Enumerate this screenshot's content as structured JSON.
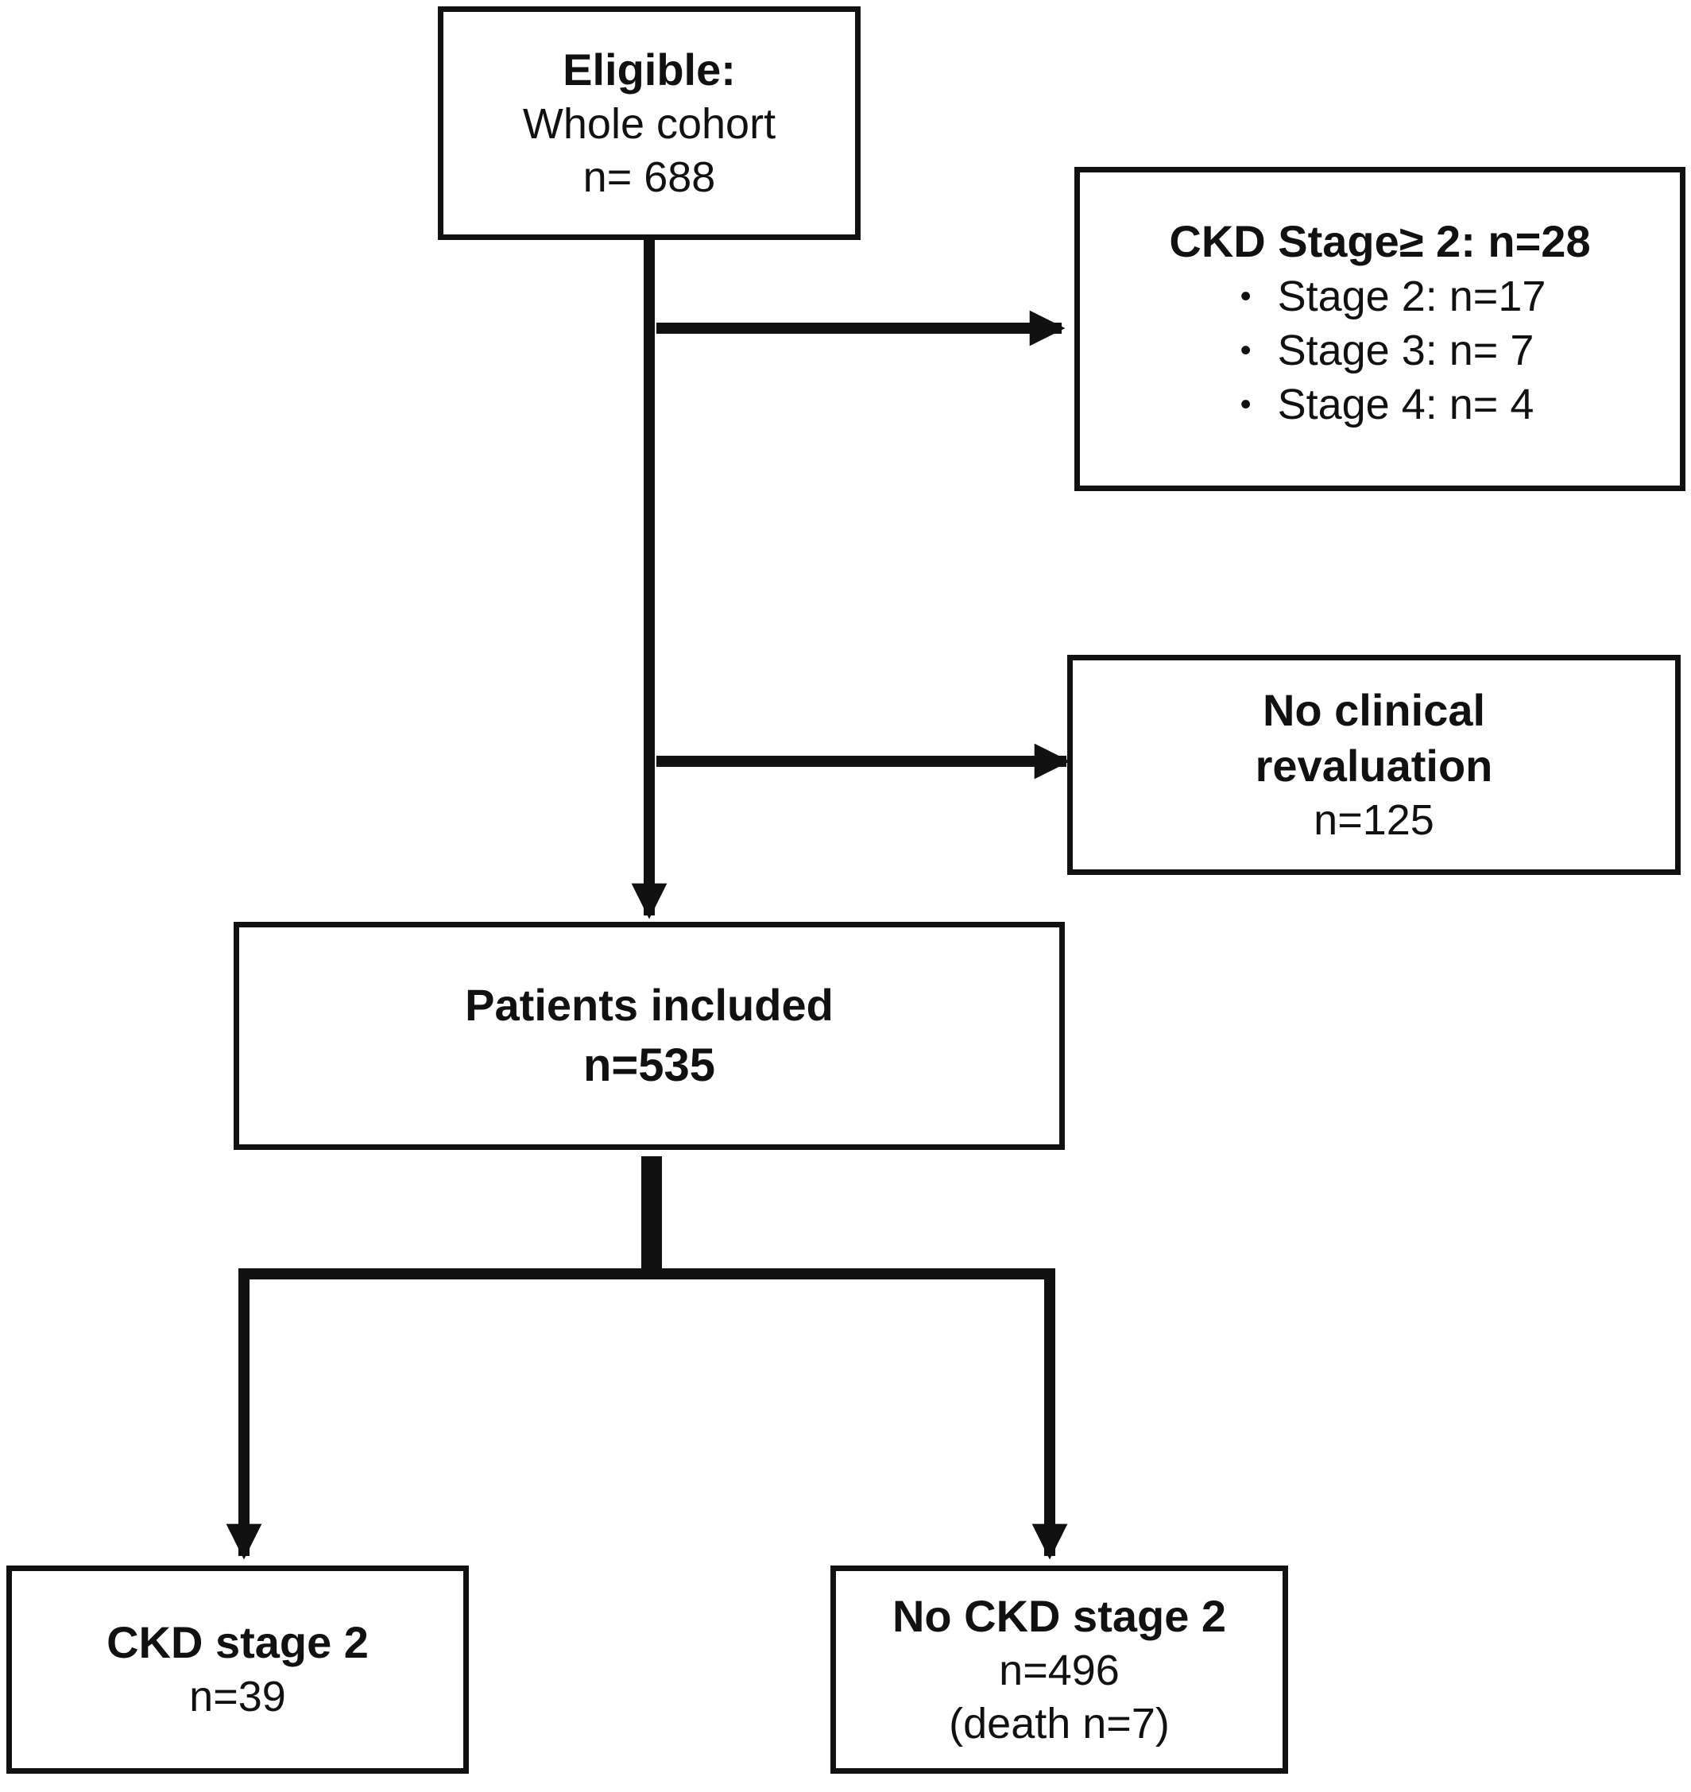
{
  "boxes": {
    "eligible": {
      "title": "Eligible:",
      "line1": "Whole cohort",
      "line2": "n= 688"
    },
    "ckd_ge2": {
      "title": "CKD Stage≥ 2: n=28",
      "bullet_symbol": "•",
      "items": [
        "Stage 2: n=17",
        "Stage 3: n= 7",
        "Stage 4: n= 4"
      ]
    },
    "no_reval": {
      "title_line1": "No clinical",
      "title_line2": "revaluation",
      "count": "n=125"
    },
    "included": {
      "title": "Patients included",
      "count": "n=535"
    },
    "ckd2": {
      "title": "CKD stage 2",
      "count": "n=39"
    },
    "no_ckd2": {
      "title": "No CKD stage 2",
      "count": "n=496",
      "note": "(death n=7)"
    }
  },
  "colors": {
    "stroke": "#111111",
    "background": "#ffffff"
  }
}
